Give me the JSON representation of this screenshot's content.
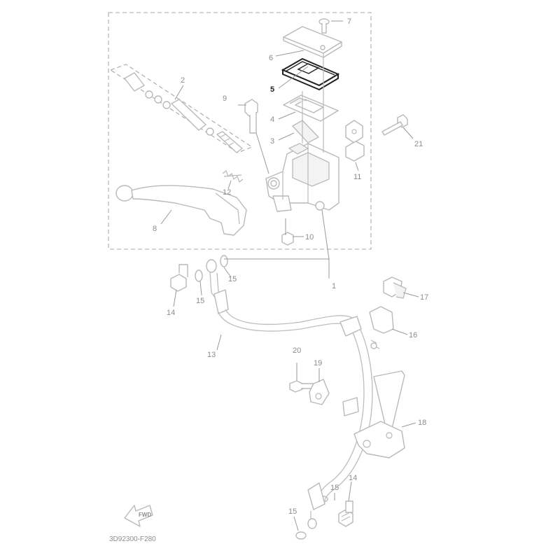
{
  "diagram": {
    "drawing_code": "3D92300-F280",
    "direction_label": "FWD",
    "highlighted_part": "5",
    "callouts": {
      "c1": "1",
      "c2": "2",
      "c3": "3",
      "c4": "4",
      "c5": "5",
      "c6": "6",
      "c7": "7",
      "c8": "8",
      "c9": "9",
      "c10": "10",
      "c11": "11",
      "c12": "12",
      "c13": "13",
      "c14a": "14",
      "c14b": "14",
      "c15a": "15",
      "c15b": "15",
      "c15c": "15",
      "c15d": "15",
      "c16": "16",
      "c17": "17",
      "c18": "18",
      "c19": "19",
      "c20": "20",
      "c21": "21"
    }
  }
}
